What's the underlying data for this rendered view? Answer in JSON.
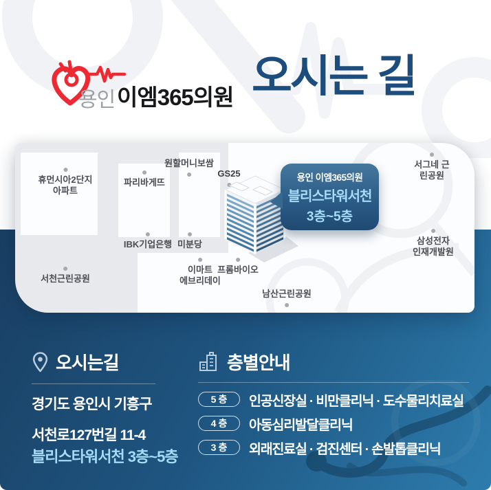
{
  "header": {
    "logo_city": "용인",
    "logo_name": "이엠365의원",
    "page_title": "오시는 길"
  },
  "map": {
    "labels": [
      {
        "text": "휴먼시아2단지\n아파트"
      },
      {
        "text": "파리바게뜨"
      },
      {
        "text": "원할머니보쌈"
      },
      {
        "text": "GS25"
      },
      {
        "text": "IBK기업은행"
      },
      {
        "text": "미분당"
      },
      {
        "text": "이마트\n에브리데이"
      },
      {
        "text": "프롬바이오"
      },
      {
        "text": "서천근린공원"
      },
      {
        "text": "남산근린공원"
      },
      {
        "text": "서그네 근린공원"
      },
      {
        "text": "삼성전자\n인재개발원"
      }
    ],
    "callout": {
      "clinic": "용인 이엠365의원",
      "building": "블리스타워서천",
      "floors": "3층~5층"
    }
  },
  "directions": {
    "heading": "오시는길",
    "address_line1": "경기도 용인시 기흥구",
    "address_line2": "서천로127번길 11-4",
    "building_floors": "블리스타워서천 3층~5층"
  },
  "floor_guide": {
    "heading": "층별안내",
    "rows": [
      {
        "floor": "5층",
        "desc": "인공신장실 · 비만클리닉 · 도수물리치료실"
      },
      {
        "floor": "4층",
        "desc": "아동심리발달클리닉"
      },
      {
        "floor": "3층",
        "desc": "외래진료실 · 검진센터 · 손발톱클리닉"
      }
    ]
  },
  "colors": {
    "title_blue": "#1d4d7d",
    "logo_red": "#ed2a33",
    "highlight_blue": "#a5ddf8",
    "callout_top": "#45789f",
    "callout_bottom": "#1f4a72",
    "bg_navy": "#1a3f63",
    "bg_blue": "#2d7cad"
  }
}
